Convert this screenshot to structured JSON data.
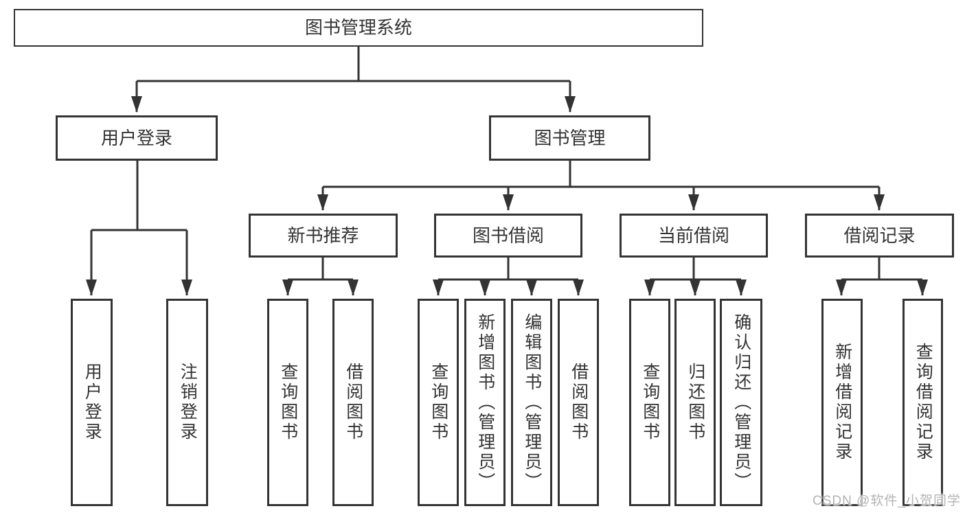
{
  "diagram": {
    "root": {
      "label": "图书管理系统"
    },
    "branches": {
      "user_login": {
        "label": "用户登录"
      },
      "book_management": {
        "label": "图书管理"
      }
    },
    "modules": {
      "new_book_recommendation": {
        "label": "新书推荐"
      },
      "book_borrowing": {
        "label": "图书借阅"
      },
      "current_borrowing": {
        "label": "当前借阅"
      },
      "borrowing_records": {
        "label": "借阅记录"
      }
    },
    "functions": {
      "user_login": {
        "label": "用户登录"
      },
      "logout": {
        "label": "注销登录"
      },
      "newbooks_query_books": {
        "label": "查询图书"
      },
      "newbooks_borrow_books": {
        "label": "借阅图书"
      },
      "borrowing_query_books": {
        "label": "查询图书"
      },
      "borrowing_add_books_admin": {
        "label": "新增图书（管理员）"
      },
      "borrowing_edit_books_admin": {
        "label": "编辑图书（管理员）"
      },
      "borrowing_borrow_books": {
        "label": "借阅图书"
      },
      "current_query_books": {
        "label": "查询图书"
      },
      "current_return_books": {
        "label": "归还图书"
      },
      "current_confirm_return_admin": {
        "label": "确认归还（管理员）"
      },
      "records_add_borrow_record": {
        "label": "新增借阅记录"
      },
      "records_query_borrow_record": {
        "label": "查询借阅记录"
      }
    }
  },
  "colors": {
    "line": "#333333",
    "text": "#333333",
    "watermark": "#b3b3b3",
    "background": "#ffffff"
  },
  "watermark": {
    "text": "CSDN @软件_小贺同学"
  }
}
